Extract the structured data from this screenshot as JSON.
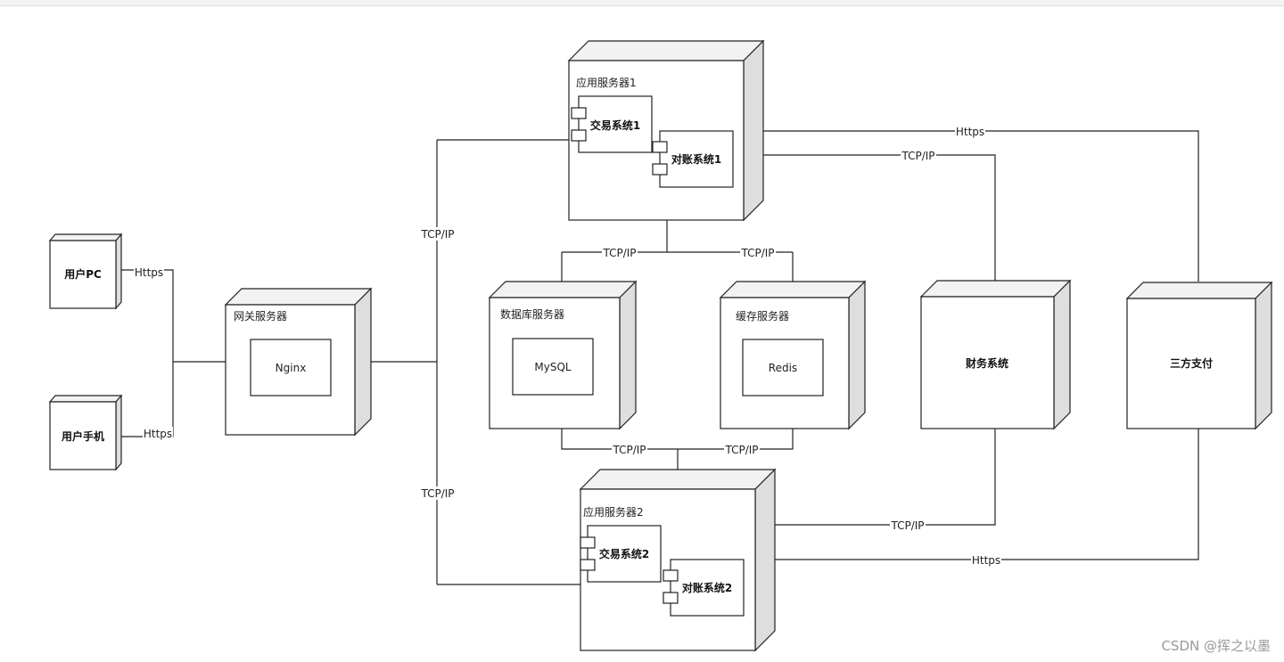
{
  "nodes": {
    "user_pc": "用户PC",
    "user_phone": "用户手机",
    "gateway": {
      "title": "网关服务器",
      "inner": "Nginx"
    },
    "app1": {
      "title": "应用服务器1",
      "comp_a": "交易系统1",
      "comp_b": "对账系统1"
    },
    "app2": {
      "title": "应用服务器2",
      "comp_a": "交易系统2",
      "comp_b": "对账系统2"
    },
    "db": {
      "title": "数据库服务器",
      "inner": "MySQL"
    },
    "cache": {
      "title": "缓存服务器",
      "inner": "Redis"
    },
    "finance": "财务系统",
    "pay": "三方支付"
  },
  "edges": {
    "pc_gateway": "Https",
    "phone_gateway": "Https",
    "gateway_app1": "TCP/IP",
    "gateway_app2": "TCP/IP",
    "app1_db": "TCP/IP",
    "app1_cache": "TCP/IP",
    "db_app2": "TCP/IP",
    "cache_app2": "TCP/IP",
    "app1_pay": "Https",
    "app1_finance": "TCP/IP",
    "app2_finance": "TCP/IP",
    "app2_pay": "Https"
  },
  "watermark": "CSDN @挥之以墨"
}
